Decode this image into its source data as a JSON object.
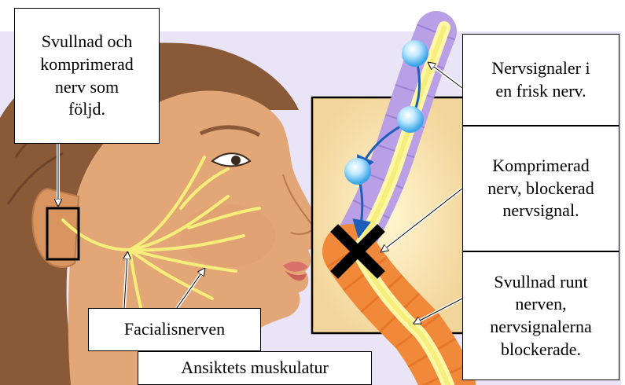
{
  "labels": {
    "swollen_nerve": "Svullnad och\nkomprimerad\nnerv som\nföljd.",
    "healthy_signals": "Nervsignaler i\nen frisk nerv.",
    "compressed_blocked": "Komprimerad\nnerv, blockerad\nnervsignal.",
    "swelling_blocked": "Svullnad runt\nnerven,\nnervsignalerna\nblockerade.",
    "facial_nerve": "Facialisnerven",
    "facial_muscles": "Ansiktets muskulatur"
  },
  "colors": {
    "skin": "#e3a677",
    "skin_shadow": "#c98758",
    "hair": "#8a5a38",
    "nerve": "#f6ee7a",
    "sheath": "#b9a0e6",
    "swelling": "#f08a3a",
    "signal": "#4fb8f0",
    "background": "#e8e4f4"
  }
}
